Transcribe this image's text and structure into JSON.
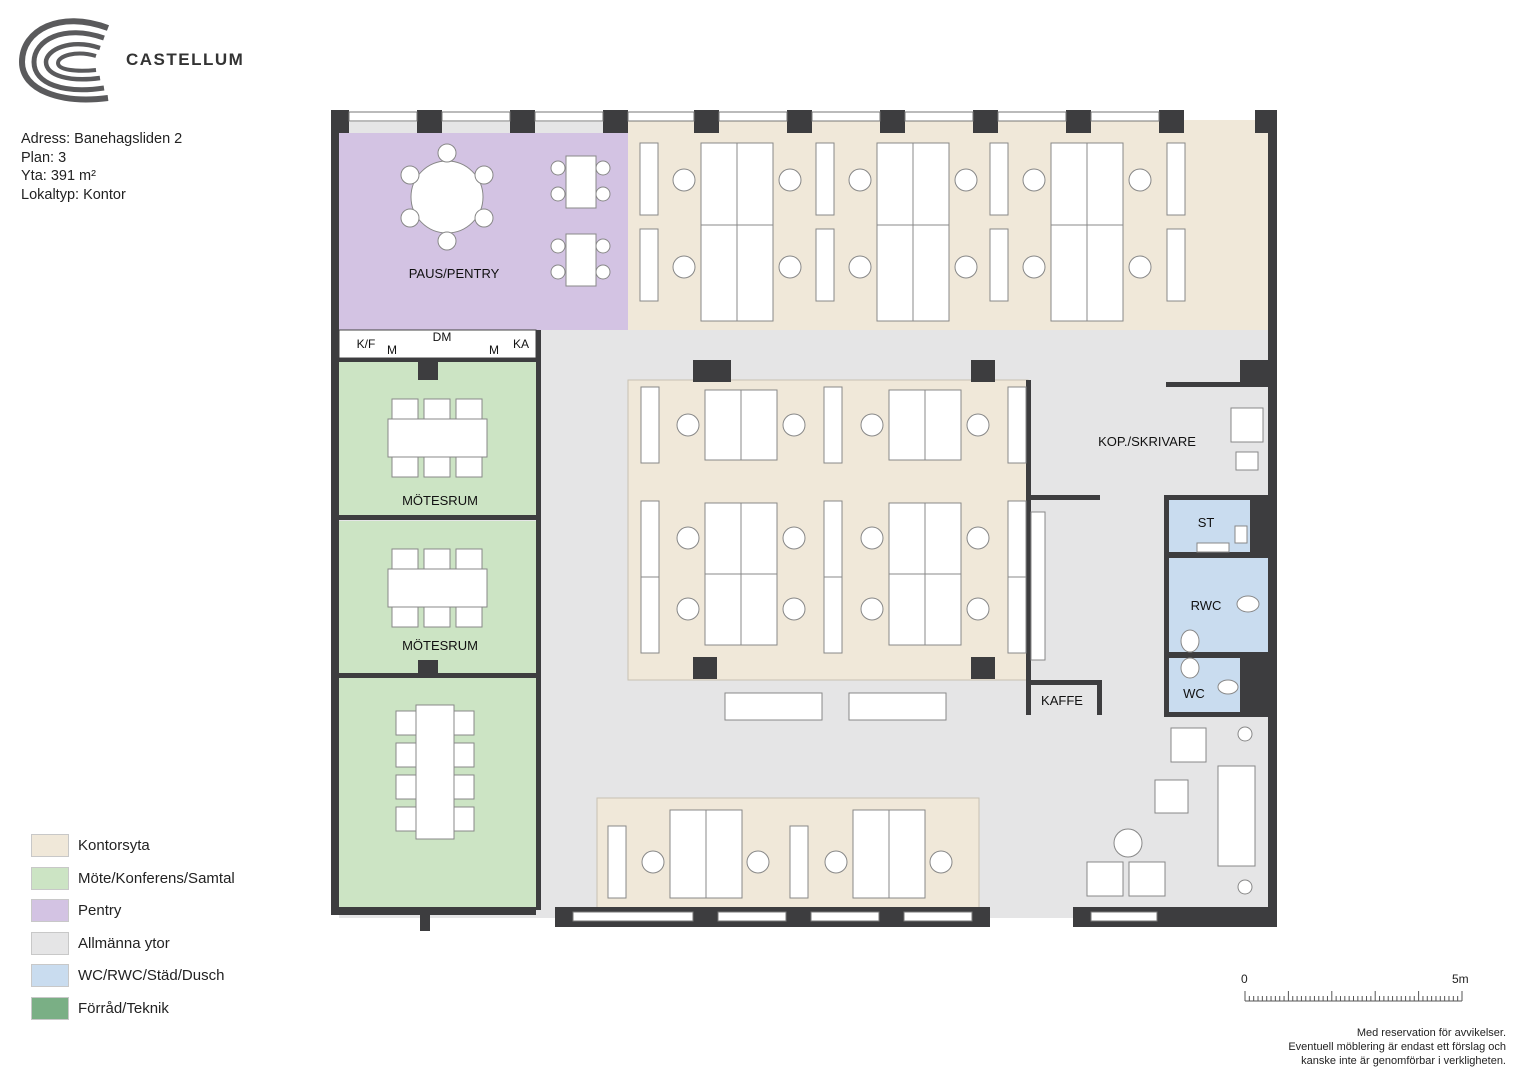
{
  "brand": {
    "name": "CASTELLUM"
  },
  "info": {
    "address": "Adress: Banehagsliden 2",
    "plan": "Plan: 3",
    "area": "Yta: 391 m²",
    "type": "Lokaltyp: Kontor"
  },
  "colors": {
    "office": "#f0e8d9",
    "meeting": "#cce4c4",
    "pantry": "#d3c3e3",
    "common": "#e5e5e6",
    "wc": "#c9dcef",
    "storage": "#7aaf85",
    "wall": "#3d3d3f"
  },
  "rooms": {
    "pantry": "PAUS/PENTRY",
    "meeting1": "MÖTESRUM",
    "meeting2": "MÖTESRUM",
    "copy": "KOP./SKRIVARE",
    "st": "ST",
    "rwc": "RWC",
    "wc": "WC",
    "kaffe": "KAFFE",
    "kf": "K/F",
    "dm": "DM",
    "m1": "M",
    "m2": "M",
    "ka": "KA"
  },
  "legend": [
    {
      "label": "Kontorsyta",
      "color": "#f0e8d9"
    },
    {
      "label": "Möte/Konferens/Samtal",
      "color": "#cce4c4"
    },
    {
      "label": "Pentry",
      "color": "#d3c3e3"
    },
    {
      "label": "Allmänna ytor",
      "color": "#e5e5e6"
    },
    {
      "label": "WC/RWC/Städ/Dusch",
      "color": "#c9dcef"
    },
    {
      "label": "Förråd/Teknik",
      "color": "#7aaf85"
    }
  ],
  "scale": {
    "start": "0",
    "end": "5m"
  },
  "disclaimer": {
    "line1": "Med reservation för avvikelser.",
    "line2": "Eventuell möblering är endast ett förslag och",
    "line3": "kanske inte är genomförbar i verkligheten."
  }
}
